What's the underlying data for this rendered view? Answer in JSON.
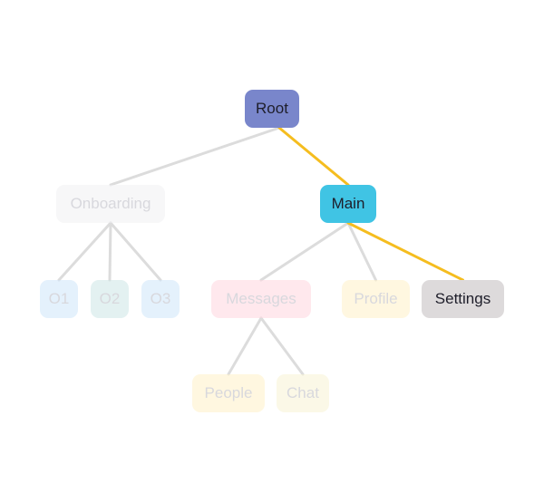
{
  "colors": {
    "edge_default": "#dcdcdc",
    "edge_highlight": "#f5bd1f",
    "text_active": "#1e1e2a",
    "text_faded": "#b9b9c2"
  },
  "nodes": {
    "root": {
      "label": "Root",
      "fill": "#7986cb",
      "active": true
    },
    "onboarding": {
      "label": "Onboarding",
      "fill": "#f1f1f4",
      "active": false
    },
    "o1": {
      "label": "O1",
      "fill": "#cfe6fb",
      "active": false
    },
    "o2": {
      "label": "O2",
      "fill": "#cde6e6",
      "active": false
    },
    "o3": {
      "label": "O3",
      "fill": "#cfe6fb",
      "active": false
    },
    "main": {
      "label": "Main",
      "fill": "#40c4e4",
      "active": true
    },
    "messages": {
      "label": "Messages",
      "fill": "#ffd6e0",
      "active": false
    },
    "profile": {
      "label": "Profile",
      "fill": "#fff1c8",
      "active": false
    },
    "settings": {
      "label": "Settings",
      "fill": "#dddadb",
      "active": true
    },
    "people": {
      "label": "People",
      "fill": "#fff1c8",
      "active": false
    },
    "chat": {
      "label": "Chat",
      "fill": "#f8f4d4",
      "active": false
    }
  },
  "edges": [
    {
      "from": "root",
      "to": "onboarding",
      "highlight": false
    },
    {
      "from": "root",
      "to": "main",
      "highlight": true
    },
    {
      "from": "onboarding",
      "to": "o1",
      "highlight": false
    },
    {
      "from": "onboarding",
      "to": "o2",
      "highlight": false
    },
    {
      "from": "onboarding",
      "to": "o3",
      "highlight": false
    },
    {
      "from": "main",
      "to": "messages",
      "highlight": false
    },
    {
      "from": "main",
      "to": "profile",
      "highlight": false
    },
    {
      "from": "main",
      "to": "settings",
      "highlight": true
    },
    {
      "from": "messages",
      "to": "people",
      "highlight": false
    },
    {
      "from": "messages",
      "to": "chat",
      "highlight": false
    }
  ]
}
